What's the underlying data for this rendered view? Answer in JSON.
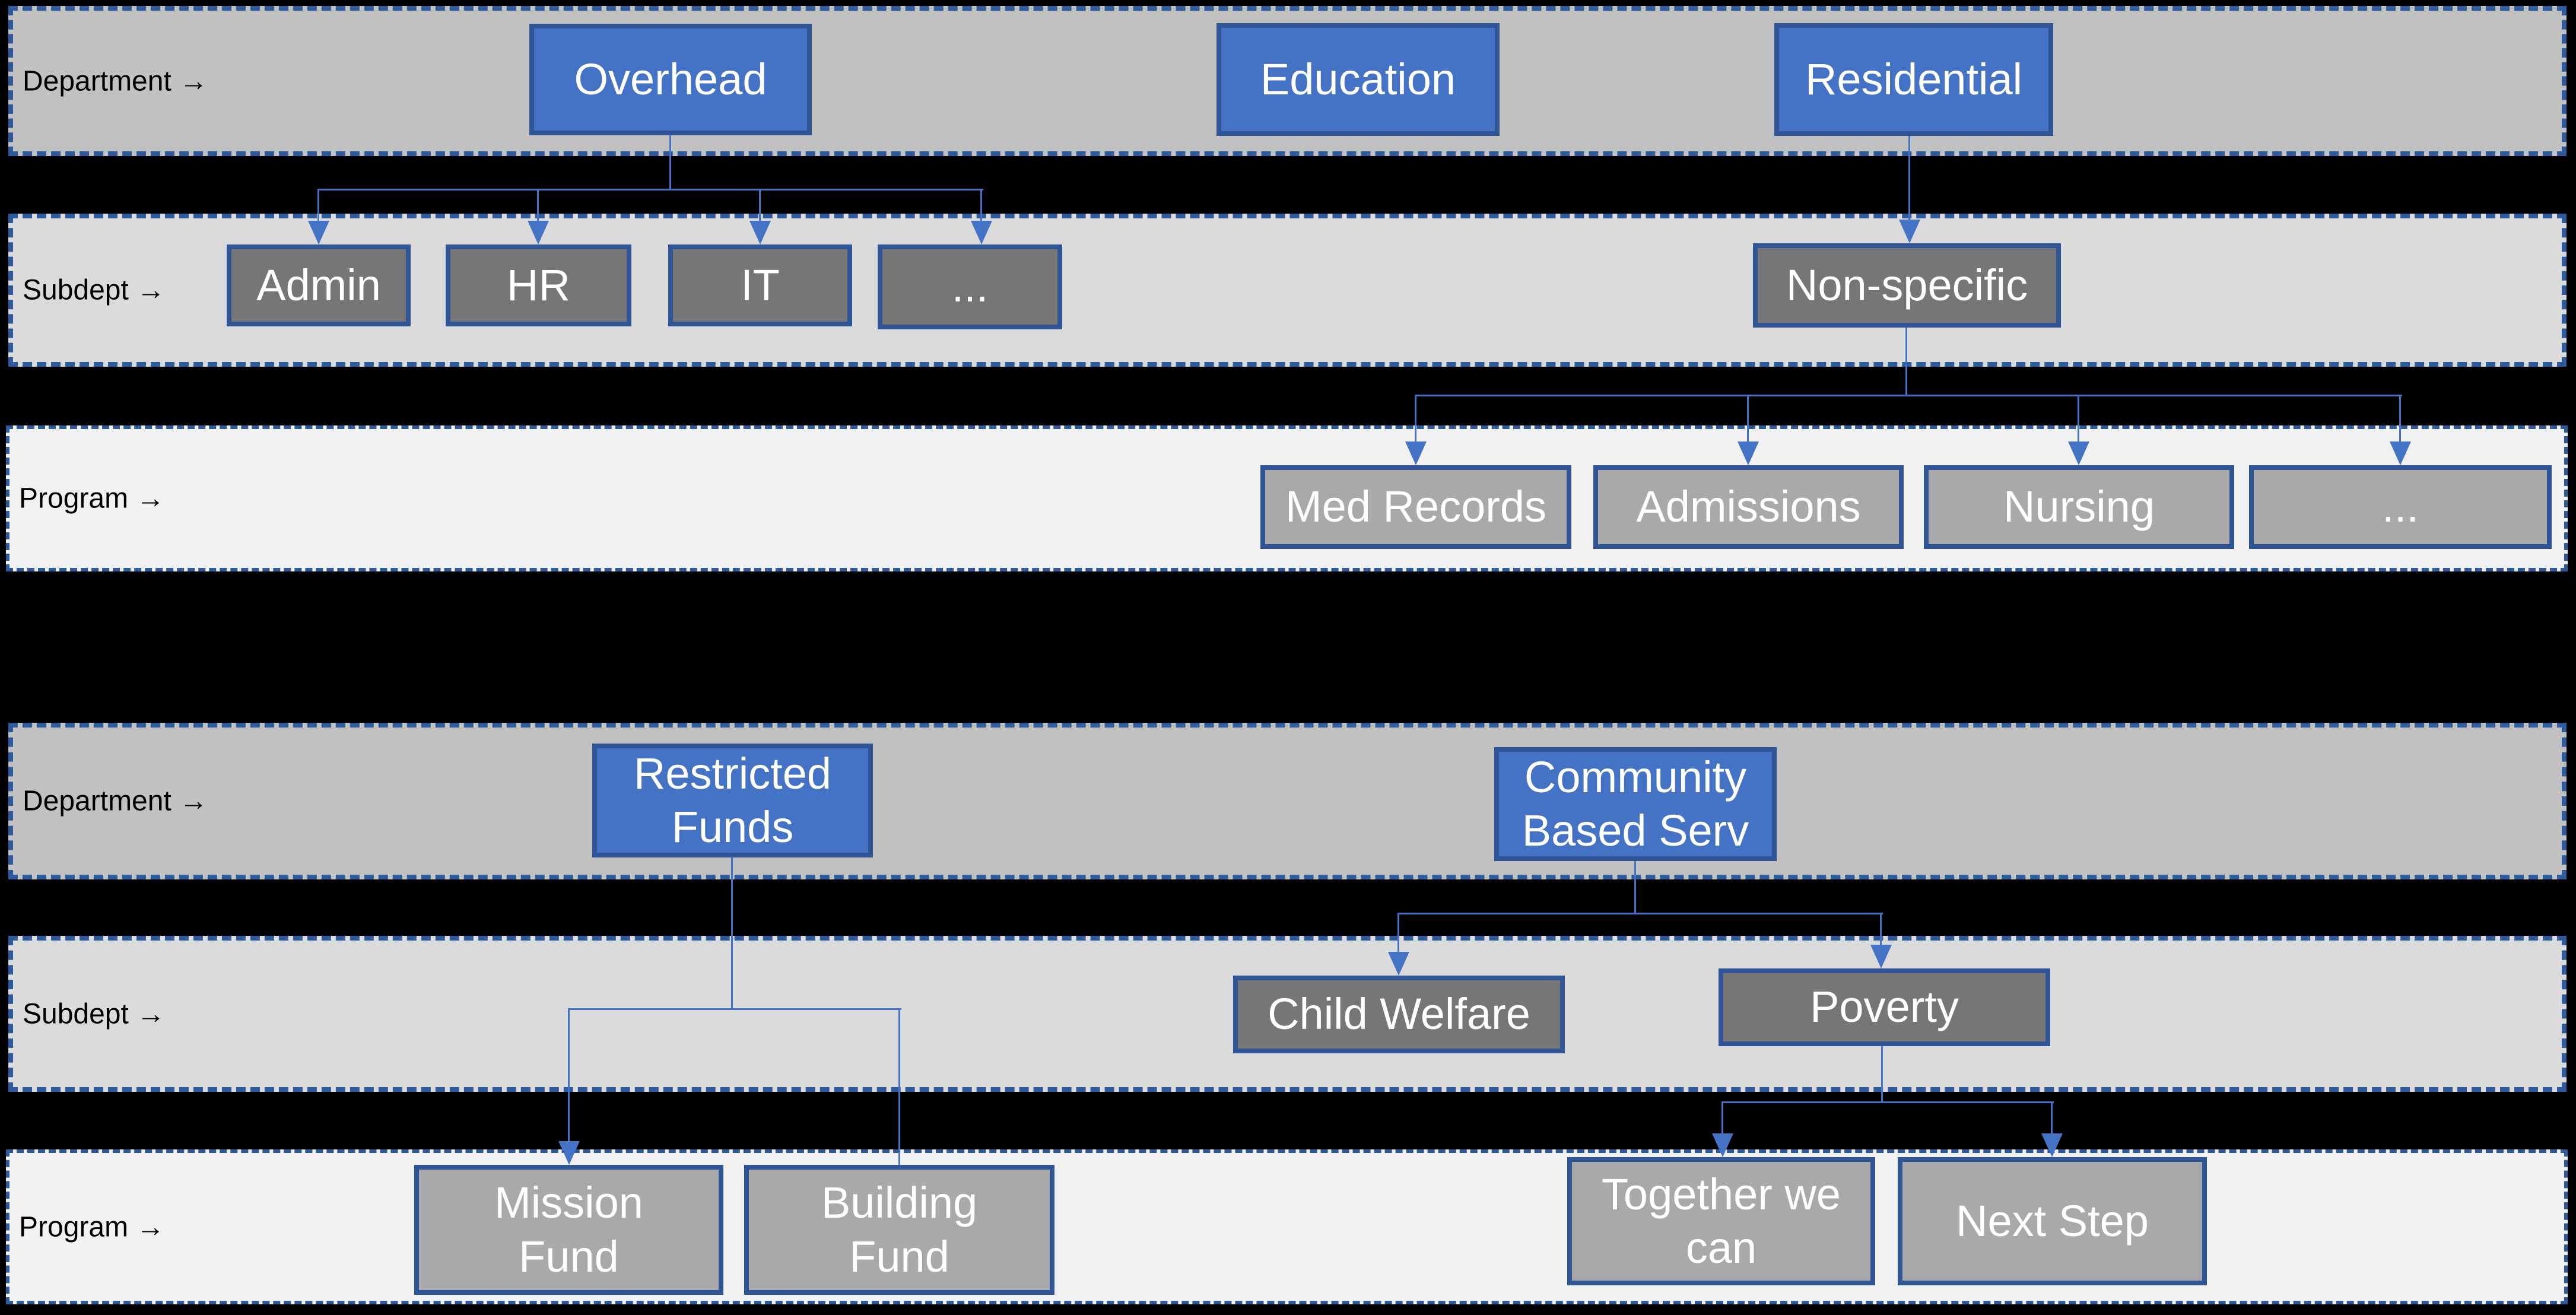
{
  "colors": {
    "department_fill": "#4472C4",
    "department_border": "#2F5597",
    "subdept_fill": "#767676",
    "program_fill": "#A9A9A9",
    "band_department": "#C1C1C1",
    "band_subdept": "#DBDBDB",
    "band_program": "#F1F1F1",
    "connector": "#4472C4",
    "selection_dash": "#2E5A9E",
    "canvas": "#000000",
    "label_text": "#000000",
    "node_text": "#FFFFFF"
  },
  "rows": {
    "r1": {
      "label": "Department →",
      "boxes": {
        "overhead": "Overhead",
        "education": "Education",
        "residential": "Residential"
      }
    },
    "r2": {
      "label": "Subdept →",
      "boxes": {
        "admin": "Admin",
        "hr": "HR",
        "it": "IT",
        "more": "...",
        "nonspecific": "Non-specific"
      }
    },
    "r3": {
      "label": "Program →",
      "boxes": {
        "med_records": "Med Records",
        "admissions": "Admissions",
        "nursing": "Nursing",
        "more": "..."
      }
    },
    "r4": {
      "label": "Department →",
      "boxes": {
        "restricted_funds": "Restricted\nFunds",
        "community_based_serv": "Community\nBased Serv"
      }
    },
    "r5": {
      "label": "Subdept →",
      "boxes": {
        "child_welfare": "Child Welfare",
        "poverty": "Poverty"
      }
    },
    "r6": {
      "label": "Program →",
      "boxes": {
        "mission_fund": "Mission\nFund",
        "building_fund": "Building\nFund",
        "together_we_can": "Together we\ncan",
        "next_step": "Next Step"
      }
    }
  }
}
